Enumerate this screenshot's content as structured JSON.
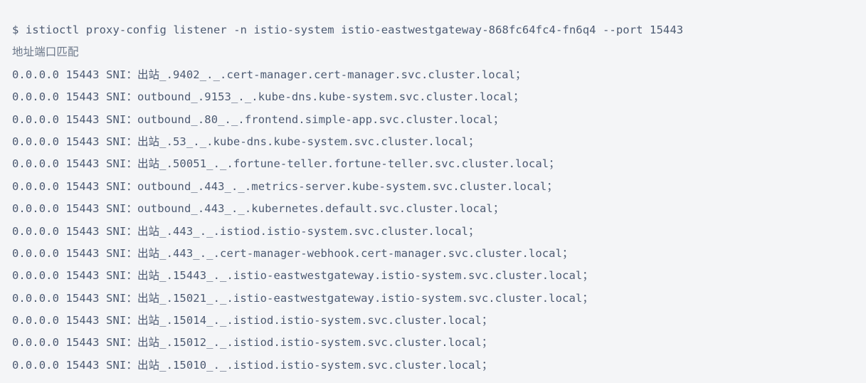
{
  "terminal": {
    "prompt_symbol": "$",
    "command": "istioctl proxy-config listener -n istio-system istio-eastwestgateway-868fc64fc4-fn6q4 --port 15443",
    "command_line": "$ istioctl proxy-config listener -n istio-system istio-eastwestgateway-868fc64fc4-fn6q4 --port 15443",
    "table_header": "地址端口匹配",
    "colors": {
      "background": "#f4f5f7",
      "text": "#4c5a72",
      "header_text": "#6b7789"
    },
    "rows": [
      {
        "address": "0.0.0.0",
        "port": "15443",
        "match_label": "SNI：",
        "direction": "出站",
        "service_port": "9402",
        "service": "cert-manager.cert-manager.svc.cluster.local",
        "text": "0.0.0.0 15443 SNI：出站_.9402_._.cert-manager.cert-manager.svc.cluster.local；"
      },
      {
        "address": "0.0.0.0",
        "port": "15443",
        "match_label": "SNI：",
        "direction": "outbound",
        "service_port": "9153",
        "service": "kube-dns.kube-system.svc.cluster.local",
        "text": "0.0.0.0 15443 SNI：outbound_.9153_._.kube-dns.kube-system.svc.cluster.local；"
      },
      {
        "address": "0.0.0.0",
        "port": "15443",
        "match_label": "SNI：",
        "direction": "outbound",
        "service_port": "80",
        "service": "frontend.simple-app.svc.cluster.local",
        "text": "0.0.0.0 15443 SNI：outbound_.80_._.frontend.simple-app.svc.cluster.local；"
      },
      {
        "address": "0.0.0.0",
        "port": "15443",
        "match_label": "SNI：",
        "direction": "出站",
        "service_port": "53",
        "service": "kube-dns.kube-system.svc.cluster.local",
        "text": "0.0.0.0 15443 SNI：出站_.53_._.kube-dns.kube-system.svc.cluster.local；"
      },
      {
        "address": "0.0.0.0",
        "port": "15443",
        "match_label": "SNI：",
        "direction": "出站",
        "service_port": "50051",
        "service": "fortune-teller.fortune-teller.svc.cluster.local",
        "text": "0.0.0.0 15443 SNI：出站_.50051_._.fortune-teller.fortune-teller.svc.cluster.local；"
      },
      {
        "address": "0.0.0.0",
        "port": "15443",
        "match_label": "SNI：",
        "direction": "outbound",
        "service_port": "443",
        "service": "metrics-server.kube-system.svc.cluster.local",
        "text": "0.0.0.0 15443 SNI：outbound_.443_._.metrics-server.kube-system.svc.cluster.local；"
      },
      {
        "address": "0.0.0.0",
        "port": "15443",
        "match_label": "SNI：",
        "direction": "outbound",
        "service_port": "443",
        "service": "kubernetes.default.svc.cluster.local",
        "text": "0.0.0.0 15443 SNI：outbound_.443_._.kubernetes.default.svc.cluster.local；"
      },
      {
        "address": "0.0.0.0",
        "port": "15443",
        "match_label": "SNI：",
        "direction": "出站",
        "service_port": "443",
        "service": "istiod.istio-system.svc.cluster.local",
        "text": "0.0.0.0 15443 SNI：出站_.443_._.istiod.istio-system.svc.cluster.local；"
      },
      {
        "address": "0.0.0.0",
        "port": "15443",
        "match_label": "SNI：",
        "direction": "出站",
        "service_port": "443",
        "service": "cert-manager-webhook.cert-manager.svc.cluster.local",
        "text": "0.0.0.0 15443 SNI：出站_.443_._.cert-manager-webhook.cert-manager.svc.cluster.local；"
      },
      {
        "address": "0.0.0.0",
        "port": "15443",
        "match_label": "SNI：",
        "direction": "出站",
        "service_port": "15443",
        "service": "istio-eastwestgateway.istio-system.svc.cluster.local",
        "text": "0.0.0.0 15443 SNI：出站_.15443_._.istio-eastwestgateway.istio-system.svc.cluster.local；"
      },
      {
        "address": "0.0.0.0",
        "port": "15443",
        "match_label": "SNI：",
        "direction": "出站",
        "service_port": "15021",
        "service": "istio-eastwestgateway.istio-system.svc.cluster.local",
        "text": "0.0.0.0 15443 SNI：出站_.15021_._.istio-eastwestgateway.istio-system.svc.cluster.local；"
      },
      {
        "address": "0.0.0.0",
        "port": "15443",
        "match_label": "SNI：",
        "direction": "出站",
        "service_port": "15014",
        "service": "istiod.istio-system.svc.cluster.local",
        "text": "0.0.0.0 15443 SNI：出站_.15014_._.istiod.istio-system.svc.cluster.local；"
      },
      {
        "address": "0.0.0.0",
        "port": "15443",
        "match_label": "SNI：",
        "direction": "出站",
        "service_port": "15012",
        "service": "istiod.istio-system.svc.cluster.local",
        "text": "0.0.0.0 15443 SNI：出站_.15012_._.istiod.istio-system.svc.cluster.local；"
      },
      {
        "address": "0.0.0.0",
        "port": "15443",
        "match_label": "SNI：",
        "direction": "出站",
        "service_port": "15010",
        "service": "istiod.istio-system.svc.cluster.local",
        "text": "0.0.0.0 15443 SNI：出站_.15010_._.istiod.istio-system.svc.cluster.local；"
      }
    ]
  }
}
